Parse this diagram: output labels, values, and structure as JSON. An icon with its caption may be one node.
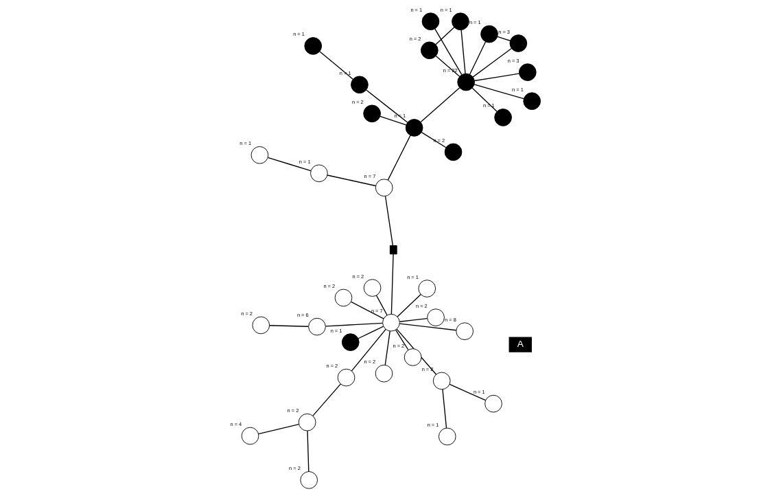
{
  "diagram": {
    "nodes": [
      {
        "text": [],
        "shape": "circle",
        "beside": [
          "n = 7"
        ]
      },
      {
        "text": [],
        "shape": "circle",
        "beside": [
          "n = 8"
        ]
      },
      {
        "text": [],
        "shape": "circle",
        "beside": [
          "n = 2"
        ]
      },
      {
        "text": [],
        "shape": "circle",
        "beside": [
          "n = 2"
        ]
      },
      {
        "text": [],
        "shape": "circle",
        "beside": [
          "n = 2"
        ]
      },
      {
        "text": [],
        "shape": "circle",
        "beside": [
          "n = 2"
        ]
      },
      {
        "text": [],
        "shape": "circle",
        "beside": [
          "n = 1"
        ]
      },
      {
        "text": [],
        "shape": "circle",
        "beside": [
          "n = 1"
        ]
      },
      {
        "text": [],
        "shape": "circle",
        "beside": [
          "n = 2"
        ]
      },
      {
        "text": [],
        "shape": "circle",
        "beside": [
          "n = 1"
        ]
      },
      {
        "text": [],
        "shape": "circle",
        "beside": [
          "n = 6"
        ]
      },
      {
        "text": [],
        "shape": "circle",
        "beside": [
          "n = 2"
        ]
      },
      {
        "text": [],
        "shape": "circle",
        "beside": [
          "n = 2"
        ]
      },
      {
        "text": [],
        "shape": "circle",
        "beside": [
          "n = 1"
        ]
      },
      {
        "text": [],
        "shape": "circle",
        "beside": [
          "n = 2"
        ]
      },
      {
        "text": [],
        "shape": "circle",
        "beside": [
          "n = 2"
        ]
      },
      {
        "text": [],
        "shape": "circle",
        "beside": [
          "n = 2"
        ]
      },
      {
        "text": [],
        "shape": "circle",
        "beside": [
          "n = 4"
        ]
      },
      {
        "text": [],
        "shape": "box"
      },
      {
        "text": [],
        "shape": "circle",
        "beside": [
          "n = 7"
        ]
      },
      {
        "text": [],
        "shape": "circle",
        "beside": [
          "n = 1"
        ]
      },
      {
        "text": [],
        "shape": "circle",
        "beside": [
          "n = 1"
        ]
      },
      {
        "text": [],
        "shape": "circle",
        "beside": [
          "n = 1"
        ]
      },
      {
        "text": [],
        "shape": "circle",
        "beside": [
          "n = 2"
        ]
      },
      {
        "text": [],
        "shape": "circle",
        "beside": [
          "n = 1"
        ]
      },
      {
        "text": [],
        "shape": "circle",
        "beside": [
          "n = 1"
        ]
      },
      {
        "text": [],
        "shape": "circle",
        "beside": [
          "n = 2"
        ]
      },
      {
        "text": [],
        "shape": "circle",
        "beside": [
          "n = 22"
        ]
      },
      {
        "text": [],
        "shape": "circle",
        "beside": [
          "n = 1"
        ]
      },
      {
        "text": [],
        "shape": "circle",
        "beside": [
          "n = 1"
        ]
      },
      {
        "text": [],
        "shape": "circle",
        "beside": [
          "n = 1"
        ]
      },
      {
        "text": [],
        "shape": "circle",
        "beside": [
          "n = 1"
        ]
      },
      {
        "text": [],
        "shape": "circle",
        "beside": [
          "n = 2"
        ]
      },
      {
        "text": [],
        "shape": "circle",
        "beside": [
          "n = 1"
        ]
      },
      {
        "text": [],
        "shape": "circle",
        "beside": [
          "n = 3"
        ]
      },
      {
        "text": [],
        "shape": "circle",
        "beside": [
          "n = 3"
        ]
      }
    ],
    "edges": [
      {
        "from": 0,
        "to": 1,
        "arrow": "none"
      },
      {
        "from": 0,
        "to": 2,
        "arrow": "none"
      },
      {
        "from": 0,
        "to": 3,
        "arrow": "none"
      },
      {
        "from": 0,
        "to": 4,
        "arrow": "none"
      },
      {
        "from": 0,
        "to": 5,
        "arrow": "none"
      },
      {
        "from": 0,
        "to": 6,
        "arrow": "none"
      },
      {
        "from": 8,
        "to": 0,
        "arrow": "none"
      },
      {
        "from": 9,
        "to": 8,
        "arrow": "none"
      },
      {
        "from": 7,
        "to": 8,
        "arrow": "none"
      },
      {
        "from": 0,
        "to": 10,
        "arrow": "none"
      },
      {
        "from": 10,
        "to": 11,
        "arrow": "none"
      },
      {
        "from": 0,
        "to": 12,
        "arrow": "none"
      },
      {
        "from": 0,
        "to": 13,
        "arrow": "none"
      },
      {
        "from": 0,
        "to": 14,
        "arrow": "none"
      },
      {
        "from": 14,
        "to": 15,
        "arrow": "none"
      },
      {
        "from": 15,
        "to": 16,
        "arrow": "none"
      },
      {
        "from": 15,
        "to": 17,
        "arrow": "none"
      },
      {
        "from": 0,
        "to": 18,
        "arrow": "none"
      },
      {
        "from": 18,
        "to": 19,
        "arrow": "none"
      },
      {
        "from": 19,
        "to": 21,
        "arrow": "none"
      },
      {
        "from": 21,
        "to": 20,
        "arrow": "none"
      },
      {
        "from": 19,
        "to": 22,
        "arrow": "none"
      },
      {
        "from": 22,
        "to": 23,
        "arrow": "none"
      },
      {
        "from": 22,
        "to": 25,
        "arrow": "none"
      },
      {
        "from": 25,
        "to": 24,
        "arrow": "none"
      },
      {
        "from": 22,
        "to": 26,
        "arrow": "none"
      },
      {
        "from": 22,
        "to": 27,
        "arrow": "none"
      },
      {
        "from": 27,
        "to": 28,
        "arrow": "none"
      },
      {
        "from": 27,
        "to": 29,
        "arrow": "none"
      },
      {
        "from": 27,
        "to": 30,
        "arrow": "none"
      },
      {
        "from": 27,
        "to": 31,
        "arrow": "none"
      },
      {
        "from": 31,
        "to": 32,
        "arrow": "none"
      },
      {
        "from": 27,
        "to": 32,
        "arrow": "none"
      },
      {
        "from": 27,
        "to": 33,
        "arrow": "none"
      },
      {
        "from": 33,
        "to": 35,
        "arrow": "none"
      },
      {
        "from": 27,
        "to": 35,
        "arrow": "none"
      },
      {
        "from": 27,
        "to": 34,
        "arrow": "none"
      }
    ],
    "labels": [
      "A"
    ]
  }
}
